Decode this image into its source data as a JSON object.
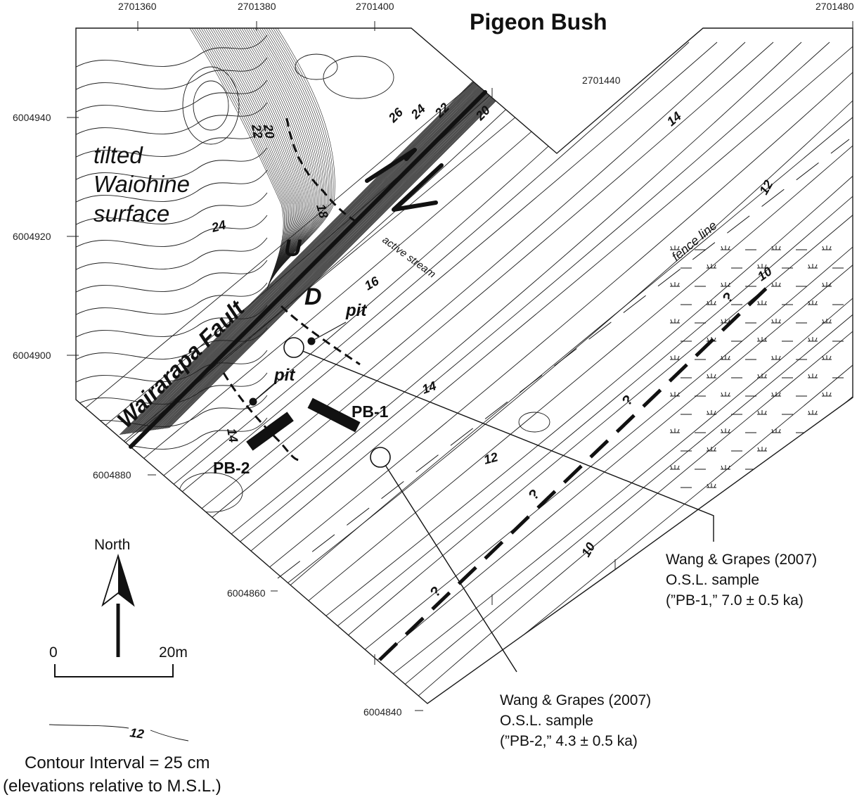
{
  "title": "Pigeon Bush",
  "coordinates": {
    "top": [
      "2701360",
      "2701380",
      "2701400",
      "2701480"
    ],
    "inner_top": "2701440",
    "left": [
      "6004940",
      "6004920",
      "6004900",
      "6004880",
      "6004860",
      "6004840"
    ]
  },
  "labels": {
    "surface_line1": "tilted",
    "surface_line2": "Waiohine",
    "surface_line3": "surface",
    "fault": "Wairarapa Fault",
    "upthrown": "U",
    "downthrown": "D",
    "pit": "pit",
    "active_stream": "active stream",
    "fence_line": "fence line",
    "query": "?",
    "trench_1": "PB-1",
    "trench_2": "PB-2"
  },
  "contour_labels": {
    "c20a": "20",
    "c22a": "22",
    "c18": "18",
    "c24": "24",
    "c26": "26",
    "c24b": "24",
    "c22b": "22",
    "c20b": "20",
    "c16": "16",
    "c14a": "14",
    "c14b": "14",
    "c14c": "14",
    "c12a": "12",
    "c12b": "12",
    "c10a": "10",
    "c10b": "10"
  },
  "samples": [
    {
      "line1": "Wang & Grapes  (2007)",
      "line2": "O.S.L. sample",
      "line3": "(”PB-1,” 7.0 ± 0.5 ka)"
    },
    {
      "line1": "Wang & Grapes (2007)",
      "line2": "O.S.L. sample",
      "line3": "(”PB-2,” 4.3 ± 0.5 ka)"
    }
  ],
  "north": "North",
  "scale": {
    "start": "0",
    "end": "20m"
  },
  "legend": {
    "contour_sample": "12",
    "interval": "Contour Interval = 25 cm",
    "elevations": "(elevations relative to M.S.L.)"
  },
  "icons": {
    "north_arrow": "north-arrow-icon",
    "sample_marker": "circle-marker-icon",
    "pit_marker": "dot-marker-icon"
  }
}
